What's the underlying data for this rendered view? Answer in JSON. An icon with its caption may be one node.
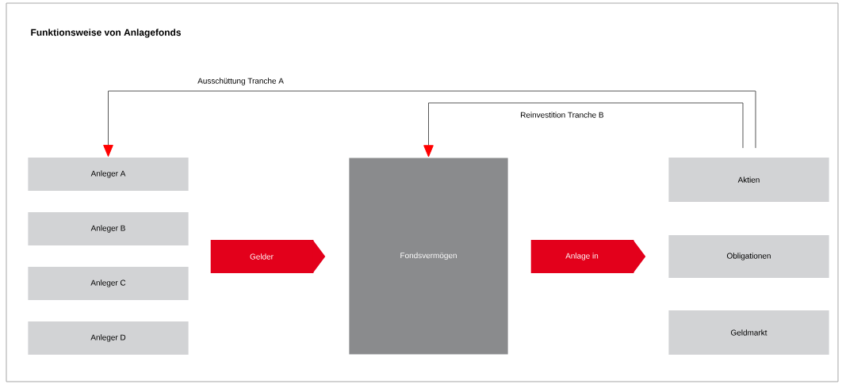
{
  "diagram": {
    "title": "Funktionsweise von Anlagefonds",
    "nodes": [
      {
        "text": [
          "Anleger A"
        ]
      },
      {
        "text": [
          "Anleger B"
        ]
      },
      {
        "text": [
          "Anleger C"
        ]
      },
      {
        "text": [
          "Anleger D"
        ]
      },
      {
        "text": [
          "Fondsvermögen"
        ]
      },
      {
        "text": [
          "Aktien"
        ]
      },
      {
        "text": [
          "Obligationen"
        ]
      },
      {
        "text": [
          "Geldmarkt"
        ]
      }
    ],
    "edges": [
      {
        "from": 5,
        "to": 0,
        "arrow": "to",
        "label": "Ausschüttung Tranche A",
        "color": "#555555"
      },
      {
        "from": 5,
        "to": 4,
        "arrow": "to",
        "label": "Reinvestition Tranche B",
        "color": "#555555"
      },
      {
        "from": 1,
        "to": 4,
        "arrow": "to",
        "label": "Gelder",
        "style": "thick",
        "color": "#e3001b"
      },
      {
        "from": 4,
        "to": 6,
        "arrow": "to",
        "label": "Anlage in",
        "style": "thick",
        "color": "#e3001b"
      }
    ]
  }
}
